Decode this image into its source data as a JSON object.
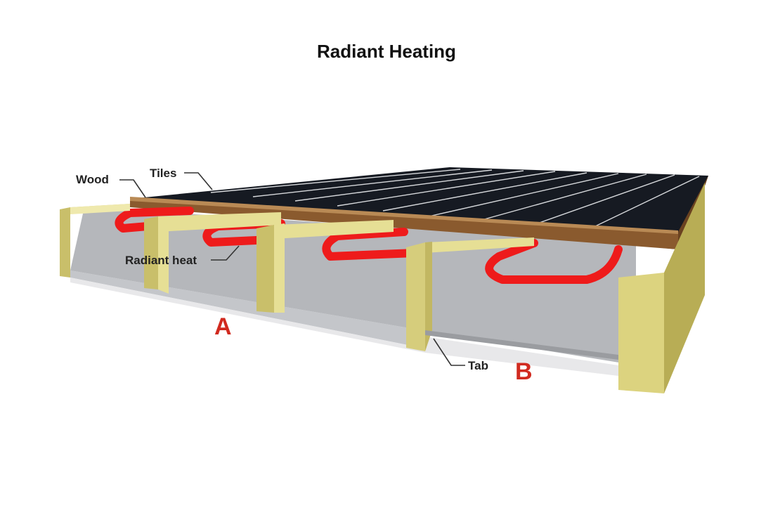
{
  "title": "Radiant Heating",
  "labels": {
    "wood": "Wood",
    "tiles": "Tiles",
    "radiant_heat": "Radiant heat",
    "tab": "Tab",
    "section_a": "A",
    "section_b": "B"
  },
  "colors": {
    "tiles": "#161a22",
    "tile_lines": "#d7d9dc",
    "wood": "#8a5a2e",
    "joist": "#e6df95",
    "joist_dark": "#c9bf6a",
    "pipe": "#ee1b1b",
    "ceiling": "#b9bbbf",
    "section_letters": "#d12a1f"
  }
}
